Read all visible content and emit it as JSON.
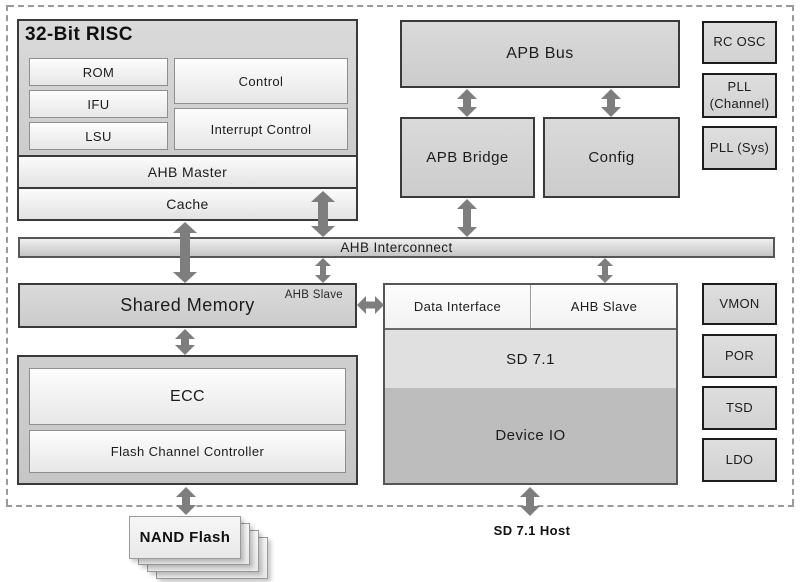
{
  "risc": {
    "title": "32-Bit RISC",
    "rom": "ROM",
    "ifu": "IFU",
    "lsu": "LSU",
    "control": "Control",
    "interrupt_control": "Interrupt Control",
    "ahb_master": "AHB Master",
    "cache": "Cache"
  },
  "apb": {
    "bus": "APB Bus",
    "bridge": "APB Bridge",
    "config": "Config"
  },
  "clocks": {
    "items": [
      "RC OSC",
      "PLL (Channel)",
      "PLL (Sys)"
    ]
  },
  "interconnect": {
    "label": "AHB Interconnect"
  },
  "memory": {
    "shared": "Shared Memory",
    "slave_tag": "AHB Slave"
  },
  "sd": {
    "data_interface": "Data Interface",
    "ahb_slave": "AHB Slave",
    "core": "SD 7.1",
    "device_io": "Device IO",
    "host": "SD 7.1 Host"
  },
  "analog": {
    "items": [
      "VMON",
      "POR",
      "TSD",
      "LDO"
    ]
  },
  "flash": {
    "ecc": "ECC",
    "controller": "Flash Channel Controller",
    "nand": "NAND Flash"
  },
  "colors": {
    "block_fill": "#d3d3d3",
    "inner_fill": "#f5f5f5",
    "sd_core_fill": "#e0e0e0",
    "device_io_fill": "#bdbdbd",
    "arrow": "#7e7e7e",
    "border_dark": "#3a3a3a",
    "pin_border": "#1c1c1c",
    "dashed_border": "#9a9a9a"
  }
}
